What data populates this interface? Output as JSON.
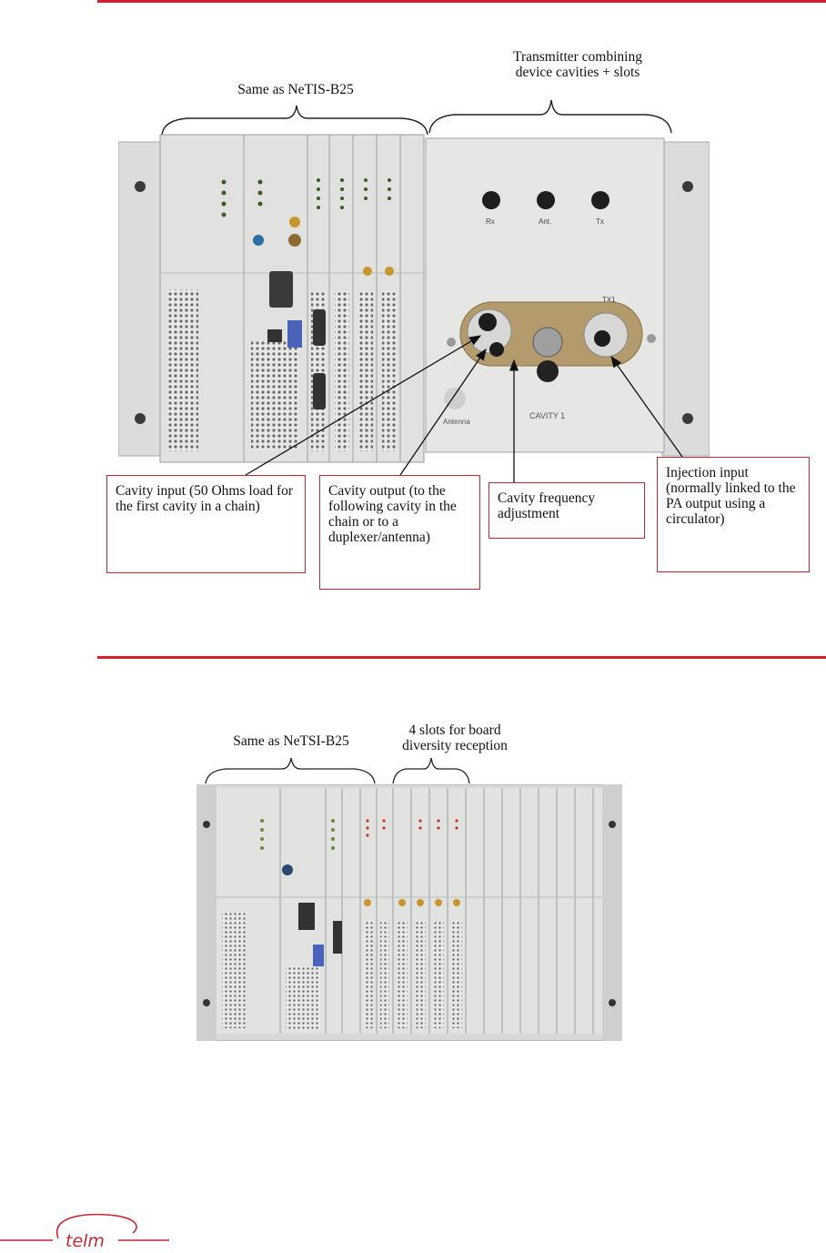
{
  "figure1": {
    "label_left": "Same as NeTIS-B25",
    "label_right_line1": "Transmitter combining",
    "label_right_line2": "device cavities + slots",
    "panel_marks": {
      "rx": "Rx",
      "ant": "Ant.",
      "tx": "Tx",
      "tx1": "TX1",
      "antenna": "Antenna",
      "cavity": "CAVITY 1"
    },
    "callouts": [
      {
        "text": "Cavity input (50 Ohms load for the first cavity in a chain)"
      },
      {
        "text": "Cavity output (to the following cavity in the chain or to a duplexer/antenna)"
      },
      {
        "text": "Cavity frequency adjustment"
      },
      {
        "text": "Injection input (normally linked to the PA output using a circulator)"
      }
    ]
  },
  "figure2": {
    "label_left": "Same as NeTSI-B25",
    "label_right_line1": "4 slots for board",
    "label_right_line2": "diversity reception"
  },
  "logo": {
    "text": "telm"
  },
  "colors": {
    "accent": "#d51f2e",
    "callout_border": "#c6262e",
    "panel": "#e6e6e4"
  }
}
